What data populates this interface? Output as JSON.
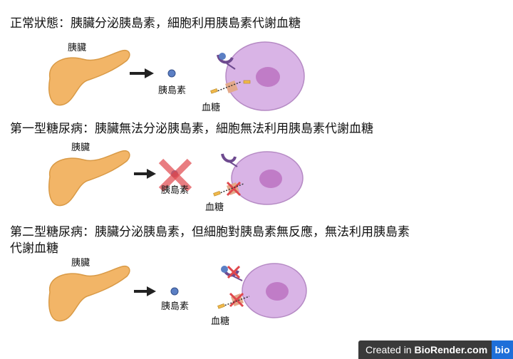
{
  "sections": [
    {
      "heading": "正常狀態：胰臟分泌胰島素，細胞利用胰島素代謝血糖",
      "pancreas_label": "胰臟",
      "insulin_label": "胰島素",
      "glucose_label": "血糖"
    },
    {
      "heading": "第一型糖尿病：胰臟無法分泌胰島素，細胞無法利用胰島素代謝血糖",
      "pancreas_label": "胰臟",
      "insulin_label": "胰島素",
      "glucose_label": "血糖"
    },
    {
      "heading": "第二型糖尿病：胰臟分泌胰島素，但細胞對胰島素無反應，無法利用胰島素\n代謝血糖",
      "pancreas_label": "胰臟",
      "insulin_label": "胰島素",
      "glucose_label": "血糖"
    }
  ],
  "footer": {
    "created_in": "Created in ",
    "brand": "BioRender.com",
    "badge": "bio"
  },
  "colors": {
    "pancreas": "#f2b567",
    "cell": "#d9b4e6",
    "nucleus": "#c07cc7",
    "insulin": "#5b7fc4",
    "receptor": "#6e4a8f",
    "transporter": "#e3a98a",
    "glucose": "#f0b84a",
    "cross": "#e0474c"
  }
}
